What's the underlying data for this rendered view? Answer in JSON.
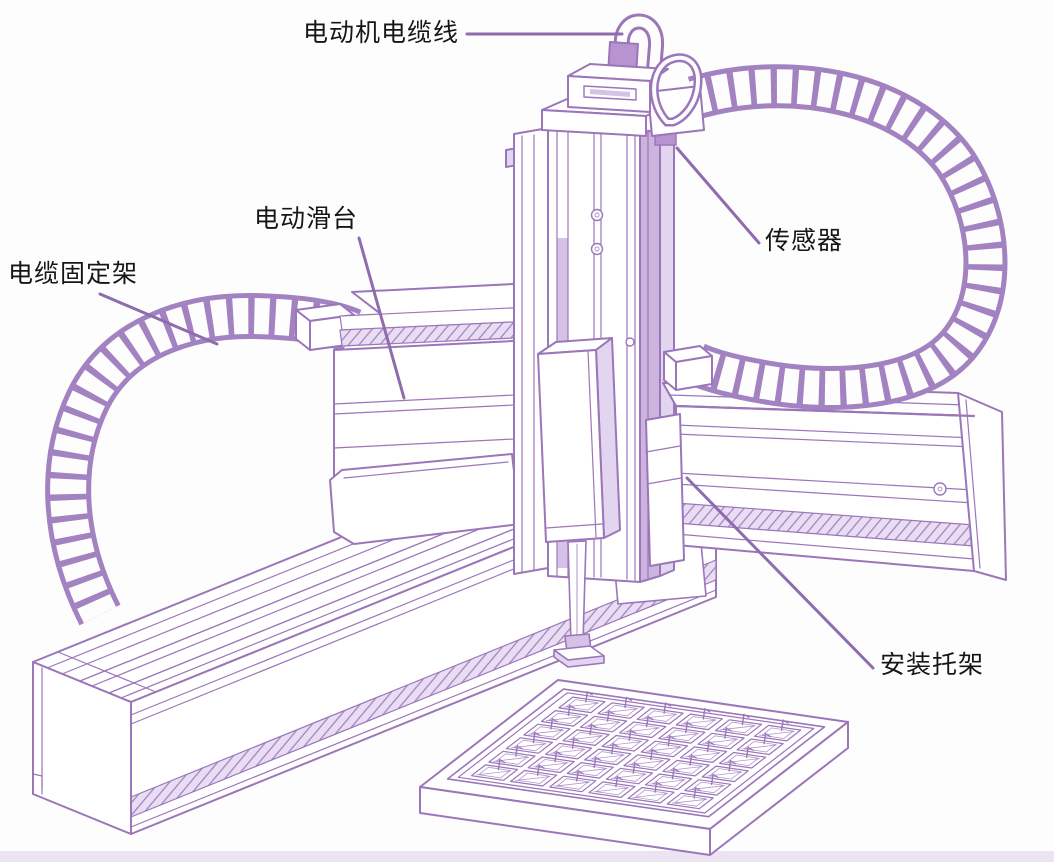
{
  "diagram": {
    "background": "#fdfdfd",
    "line_color": "#9b76b9",
    "leader_color": "#8f6cae",
    "label_color": "#161616",
    "labels": {
      "motor_cable": "电动机电缆线",
      "electric_slide": "电动滑台",
      "cable_fixing_bracket": "电缆固定架",
      "sensor": "传感器",
      "mounting_bracket": "安装托架"
    },
    "pallet": {
      "rows": 6,
      "cols": 6
    }
  }
}
